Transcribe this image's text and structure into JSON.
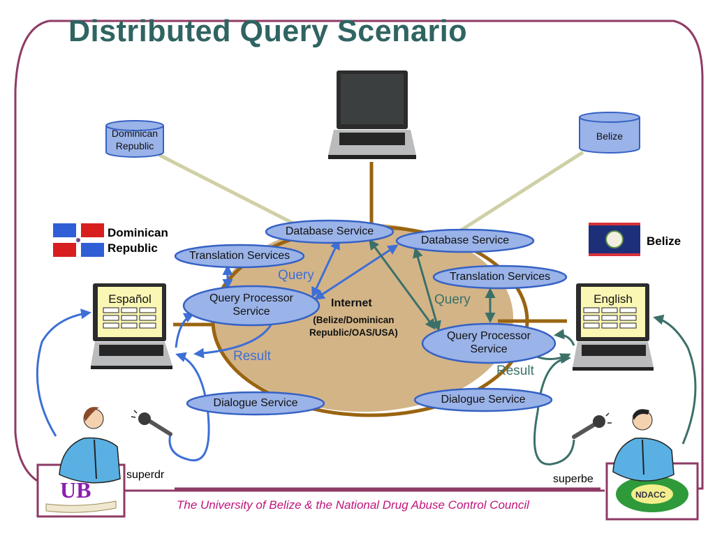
{
  "slide": {
    "title": "Distributed Query Scenario",
    "footer": "The University of Belize & the National Drug Abuse Control Council",
    "colors": {
      "title": "#2f6461",
      "frame": "#8e3a64",
      "footer": "#c0147c",
      "service_fill": "#9ab3e8",
      "service_stroke": "#3561c4",
      "internet_fill": "#d3b487",
      "internet_ring": "#9a6410",
      "db_link": "#cfd0a6",
      "left_arrows": "#3d6fd6",
      "right_arrows": "#3b7068"
    }
  },
  "databases": {
    "dominican": "Dominican Republic",
    "belize": "Belize"
  },
  "countries": {
    "left": {
      "name_line1": "Dominican",
      "name_line2": "Republic",
      "flag": "dominican-republic-flag"
    },
    "right": {
      "name": "Belize",
      "flag": "belize-flag"
    }
  },
  "internet": {
    "title": "Internet",
    "sub_line1": "(Belize/Dominican",
    "sub_line2": "Republic/OAS/USA)"
  },
  "left_site": {
    "db_service": "Database Service",
    "translation": "Translation Services",
    "qp_line1": "Query Processor",
    "qp_line2": "Service",
    "dialogue": "Dialogue Service",
    "query_label": "Query",
    "result_label": "Result",
    "screen_language": "Español",
    "user": "superdr",
    "logo": "University of Belize (UB) logo"
  },
  "right_site": {
    "db_service": "Database Service",
    "translation": "Translation Services",
    "qp_line1": "Query Processor",
    "qp_line2": "Service",
    "dialogue": "Dialogue Service",
    "query_label": "Query",
    "result_label": "Result",
    "screen_language": "English",
    "user": "superbe",
    "logo": "NDACC"
  }
}
